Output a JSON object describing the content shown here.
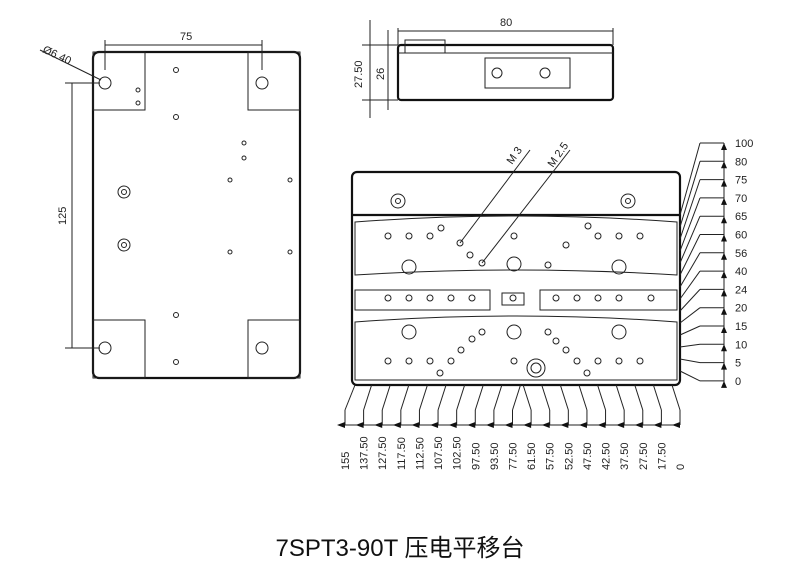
{
  "title": "7SPT3-90T 压电平移台",
  "plan_view": {
    "hole_diameter": "Ø6.40",
    "width_dim": "75",
    "height_dim": "125"
  },
  "side_view": {
    "width_dim": "80",
    "height_total": "27.50",
    "height_body": "26"
  },
  "front_view": {
    "thread_labels": [
      "M 3",
      "M 2.5"
    ],
    "vertical_dims": [
      "100",
      "80",
      "75",
      "70",
      "65",
      "60",
      "56",
      "40",
      "24",
      "20",
      "15",
      "10",
      "5",
      "0"
    ],
    "horizontal_dims": [
      "155",
      "137.50",
      "127.50",
      "117.50",
      "112.50",
      "107.50",
      "102.50",
      "97.50",
      "93.50",
      "77.50",
      "61.50",
      "57.50",
      "52.50",
      "47.50",
      "42.50",
      "37.50",
      "27.50",
      "17.50",
      "0"
    ]
  }
}
